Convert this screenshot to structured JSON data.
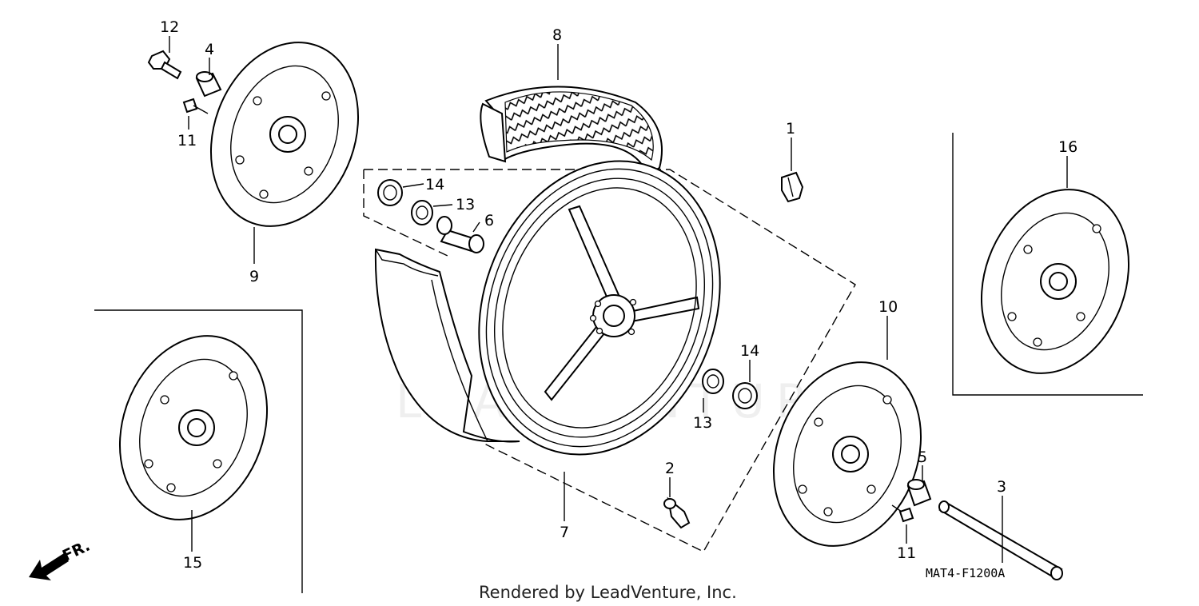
{
  "diagram": {
    "callouts": [
      {
        "id": "c1",
        "text": "1"
      },
      {
        "id": "c2",
        "text": "2"
      },
      {
        "id": "c3",
        "text": "3"
      },
      {
        "id": "c4",
        "text": "4"
      },
      {
        "id": "c5",
        "text": "5"
      },
      {
        "id": "c6",
        "text": "6"
      },
      {
        "id": "c7",
        "text": "7"
      },
      {
        "id": "c8",
        "text": "8"
      },
      {
        "id": "c9",
        "text": "9"
      },
      {
        "id": "c10",
        "text": "10"
      },
      {
        "id": "c11a",
        "text": "11"
      },
      {
        "id": "c11b",
        "text": "11"
      },
      {
        "id": "c12",
        "text": "12"
      },
      {
        "id": "c13a",
        "text": "13"
      },
      {
        "id": "c13b",
        "text": "13"
      },
      {
        "id": "c14a",
        "text": "14"
      },
      {
        "id": "c14b",
        "text": "14"
      },
      {
        "id": "c15",
        "text": "15"
      },
      {
        "id": "c16",
        "text": "16"
      }
    ],
    "direction_label": "FR.",
    "diagram_code": "MAT4-F1200A",
    "credit": "Rendered by LeadVenture, Inc.",
    "watermark": "LEADVENTURE"
  }
}
